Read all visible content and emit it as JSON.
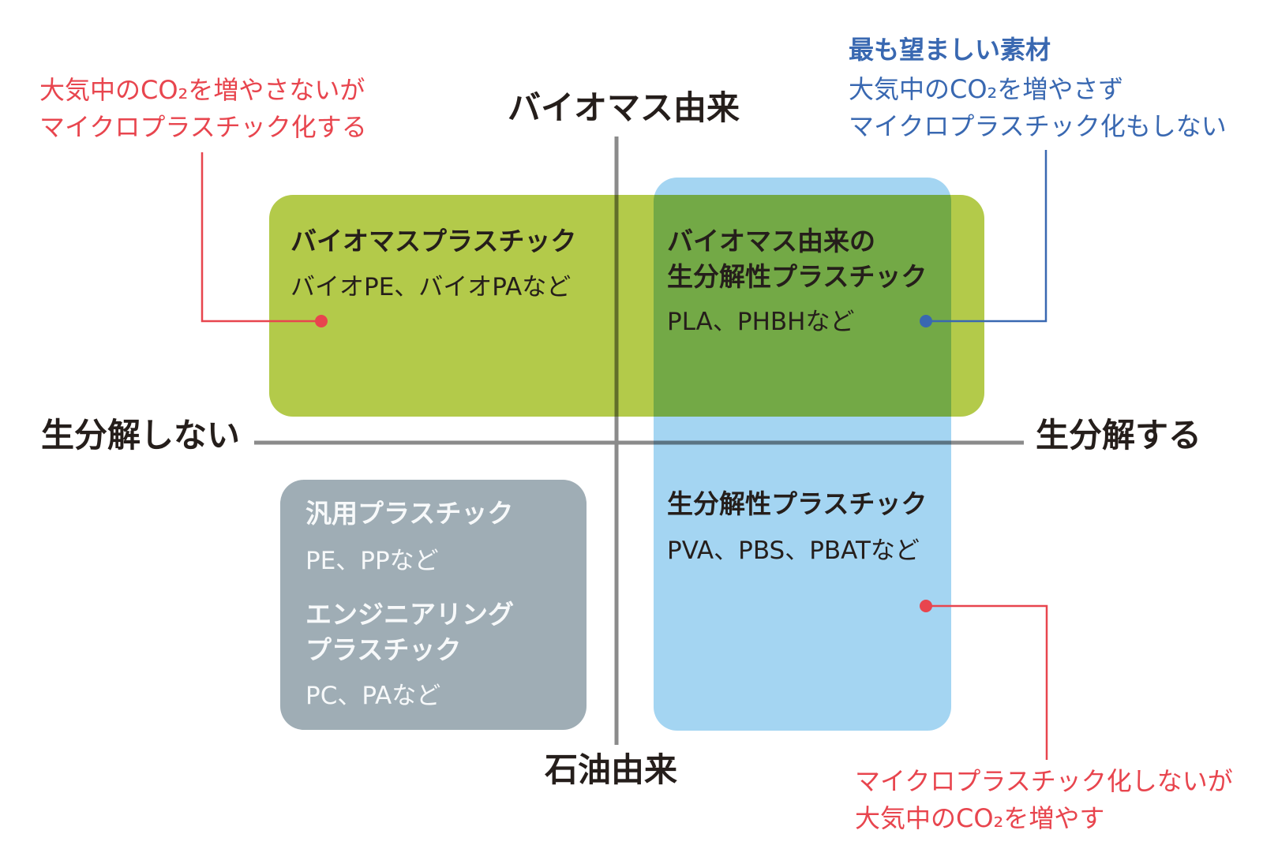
{
  "axes": {
    "top": "バイオマス由来",
    "bottom": "石油由来",
    "left": "生分解しない",
    "right": "生分解する"
  },
  "quadrants": {
    "top_left": {
      "title": "バイオマスプラスチック",
      "examples": "バイオPE、バイオPAなど"
    },
    "top_right": {
      "title_line1": "バイオマス由来の",
      "title_line2": "生分解性プラスチック",
      "examples": "PLA、PHBHなど"
    },
    "bottom_left": {
      "title1": "汎用プラスチック",
      "examples1": "PE、PPなど",
      "title2_line1": "エンジニアリング",
      "title2_line2": "プラスチック",
      "examples2": "PC、PAなど"
    },
    "bottom_right": {
      "title": "生分解性プラスチック",
      "examples": "PVA、PBS、PBATなど"
    }
  },
  "annotations": {
    "top_left": {
      "line1": "大気中のCO₂を増やさないが",
      "line2": "マイクロプラスチック化する"
    },
    "top_right": {
      "heading": "最も望ましい素材",
      "line1": "大気中のCO₂を増やさず",
      "line2": "マイクロプラスチック化もしない"
    },
    "bottom_right": {
      "line1": "マイクロプラスチック化しないが",
      "line2": "大気中のCO₂を増やす"
    }
  },
  "colors": {
    "biomass_box_green": "#b3ca4a",
    "biodegradable_box_blue": "#a4d5f2",
    "petroleum_box_gray": "#9fadb5",
    "overlap_green": "#6aa24a",
    "annotation_red": "#e8454e",
    "annotation_blue": "#3968b1",
    "axis_gray": "#8b8b8b",
    "ink": "#251e1b"
  }
}
